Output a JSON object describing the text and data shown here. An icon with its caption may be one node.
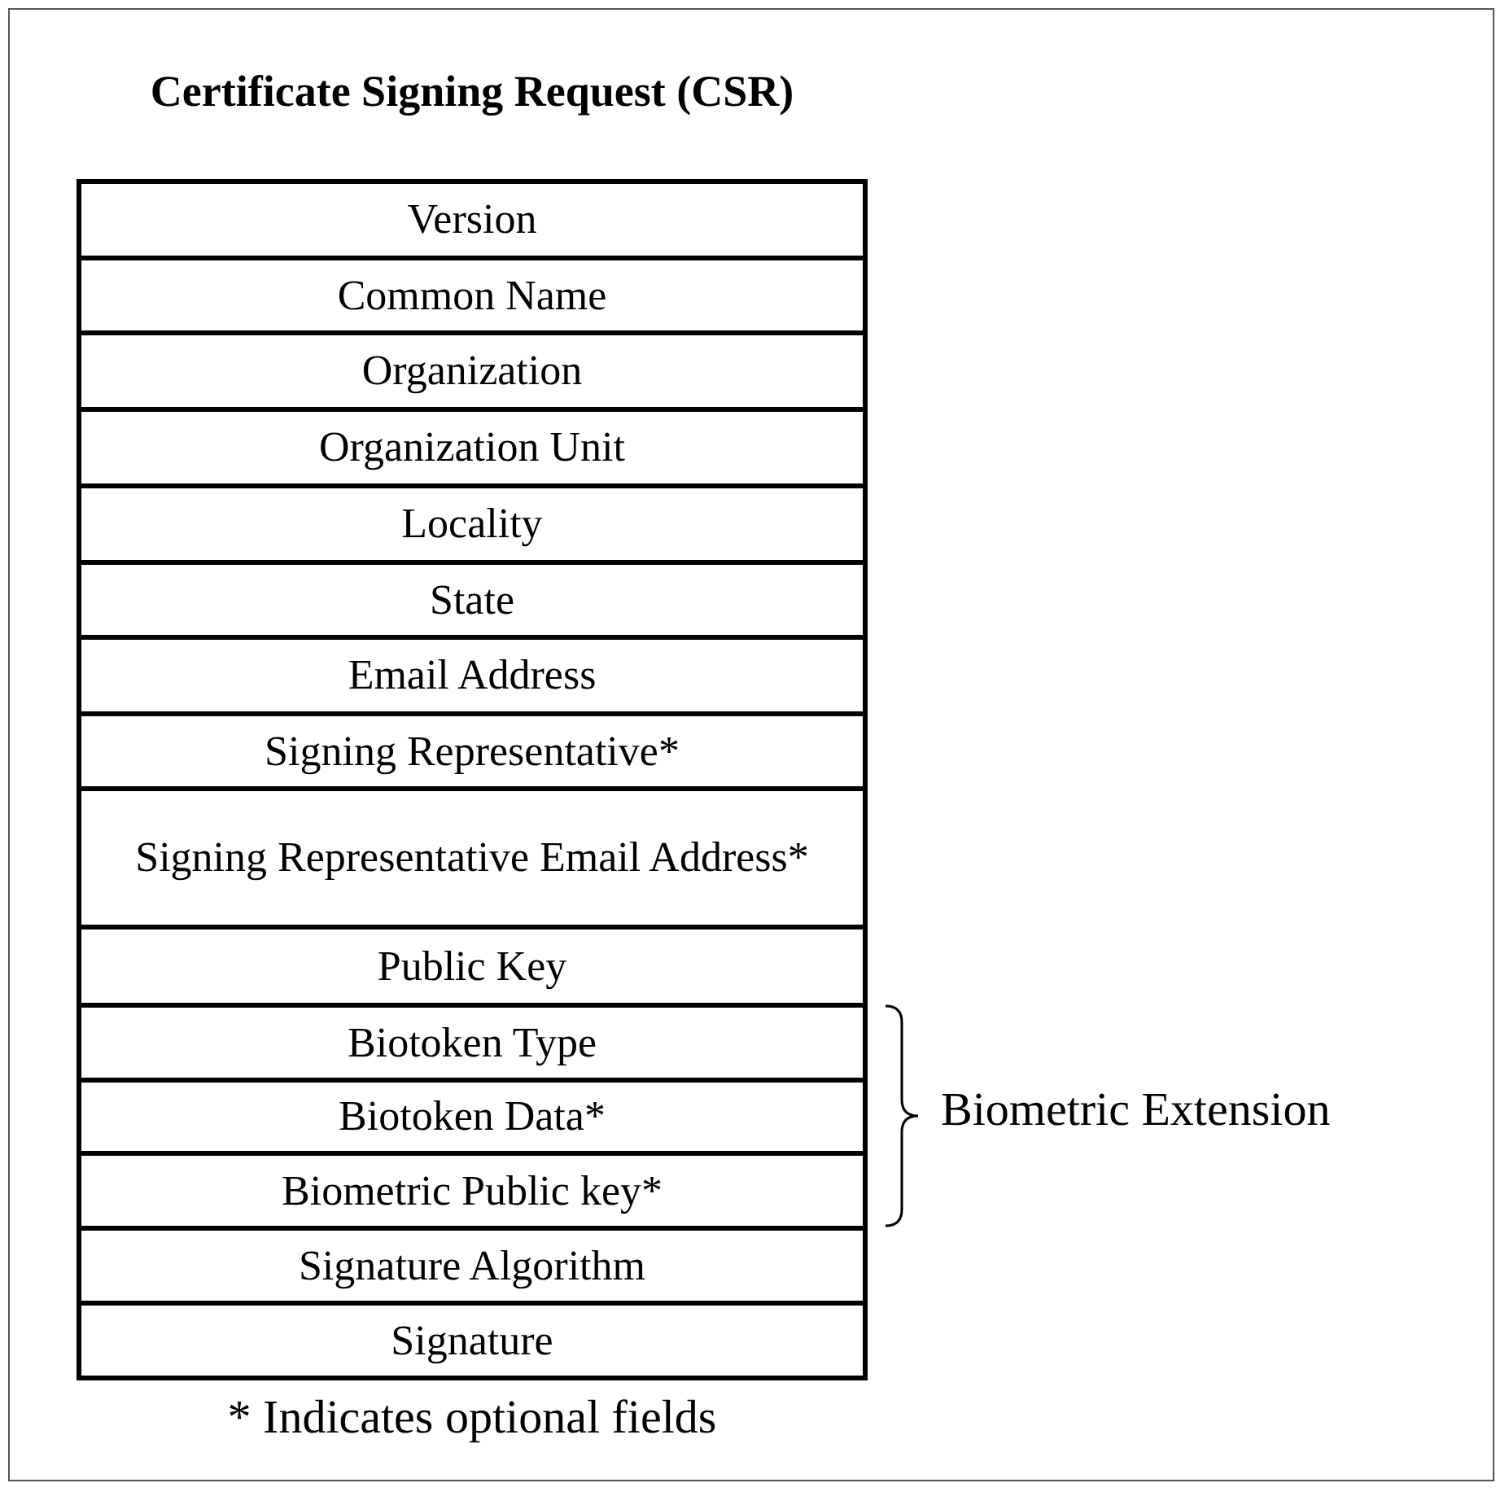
{
  "diagram": {
    "title": "Certificate Signing Request (CSR)",
    "caption": "* Indicates optional fields",
    "labels": [
      "Version",
      "Common Name",
      "Organization",
      "Organization Unit",
      "Locality",
      "State",
      "Email Address",
      "Signing Representative*",
      "Signing Representative Email Address*",
      "Public Key",
      "Biotoken Type",
      "Biotoken Data*",
      "Biometric Public key*",
      "Signature Algorithm",
      "Signature",
      "Biometric Extension"
    ]
  }
}
